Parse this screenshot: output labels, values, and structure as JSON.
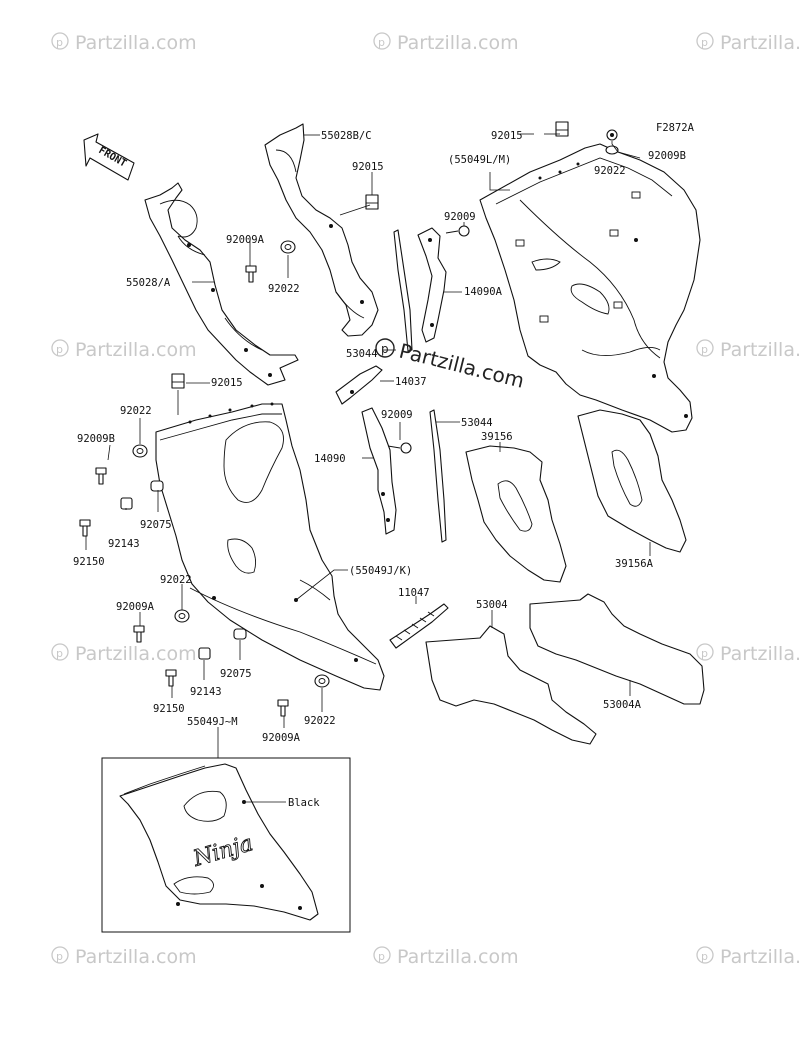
{
  "figure_code": "F2872A",
  "front_marker": "FRONT",
  "watermark_text": "Partzilla.com",
  "center_watermark": "Partzilla.com",
  "inset_note": "Black",
  "logo_text": "Ninja",
  "labels": {
    "p55028bc": "55028B/C",
    "p92015a": "92015",
    "p92009a_1": "92009A",
    "p92022_1": "92022",
    "p55028a": "55028/A",
    "p92015b": "92015",
    "p55049lm": "(55049L/M)",
    "p92009b_1": "92009B",
    "p92022_2": "92022",
    "p92009_1": "92009",
    "p14090a": "14090A",
    "p53044_1": "53044",
    "p14037": "14037",
    "p92015c": "92015",
    "p92022_3": "92022",
    "p92009b_2": "92009B",
    "p92075_1": "92075",
    "p92143_1": "92143",
    "p92150_1": "92150",
    "p92009_2": "92009",
    "p14090": "14090",
    "p53044_2": "53044",
    "p39156": "39156",
    "p39156a": "39156A",
    "p55049jk": "(55049J/K)",
    "p92022_4": "92022",
    "p92009a_2": "92009A",
    "p92075_2": "92075",
    "p92143_2": "92143",
    "p92150_2": "92150",
    "p92022_5": "92022",
    "p92009a_3": "92009A",
    "p11047": "11047",
    "p53004": "53004",
    "p53004a": "53004A",
    "p55049jm": "55049J~M"
  }
}
